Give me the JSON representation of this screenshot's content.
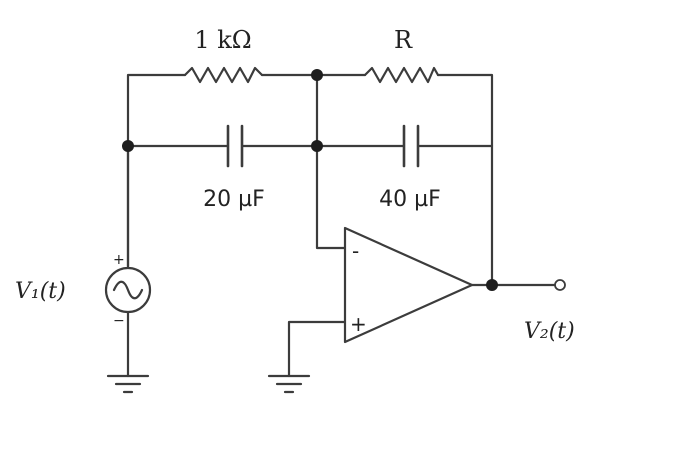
{
  "components": {
    "resistor_left": {
      "value": "1 kΩ"
    },
    "resistor_right": {
      "value": "R"
    },
    "capacitor_left": {
      "value": "20 µF"
    },
    "capacitor_right": {
      "value": "40 µF"
    },
    "source": {
      "label": "V₁(t)",
      "plus": "+",
      "minus": "−"
    },
    "opamp": {
      "inverting": "-",
      "noninverting": "+"
    },
    "output": {
      "label": "V₂(t)"
    }
  }
}
